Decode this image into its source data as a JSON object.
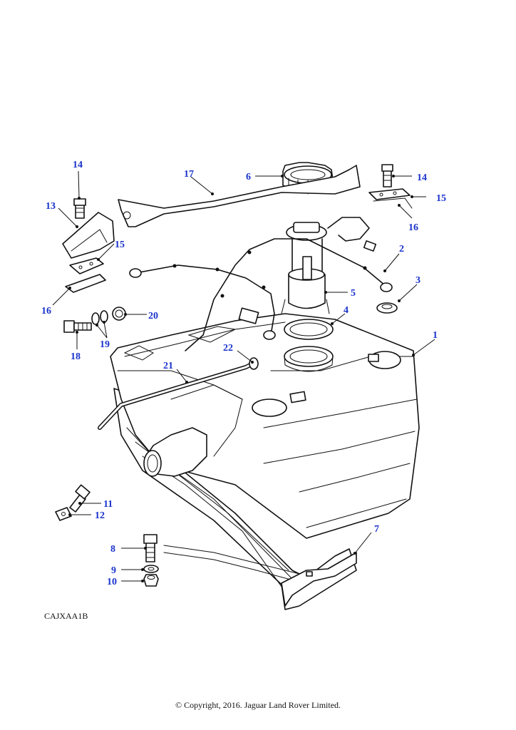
{
  "diagram": {
    "reference_code": "CAJXAA1B",
    "copyright": "© Copyright, 2016. Jaguar Land Rover Limited.",
    "callout_color": "#1a33cc",
    "callouts": [
      {
        "id": "c1",
        "label": "1"
      },
      {
        "id": "c2",
        "label": "2"
      },
      {
        "id": "c3",
        "label": "3"
      },
      {
        "id": "c4",
        "label": "4"
      },
      {
        "id": "c5",
        "label": "5"
      },
      {
        "id": "c6",
        "label": "6"
      },
      {
        "id": "c7",
        "label": "7"
      },
      {
        "id": "c8",
        "label": "8"
      },
      {
        "id": "c9",
        "label": "9"
      },
      {
        "id": "c10",
        "label": "10"
      },
      {
        "id": "c11",
        "label": "11"
      },
      {
        "id": "c12",
        "label": "12"
      },
      {
        "id": "c13",
        "label": "13"
      },
      {
        "id": "c14a",
        "label": "14"
      },
      {
        "id": "c14b",
        "label": "14"
      },
      {
        "id": "c15a",
        "label": "15"
      },
      {
        "id": "c15b",
        "label": "15"
      },
      {
        "id": "c16a",
        "label": "16"
      },
      {
        "id": "c16b",
        "label": "16"
      },
      {
        "id": "c17",
        "label": "17"
      },
      {
        "id": "c18",
        "label": "18"
      },
      {
        "id": "c19",
        "label": "19"
      },
      {
        "id": "c20",
        "label": "20"
      },
      {
        "id": "c21",
        "label": "21"
      },
      {
        "id": "c22",
        "label": "22"
      }
    ]
  }
}
